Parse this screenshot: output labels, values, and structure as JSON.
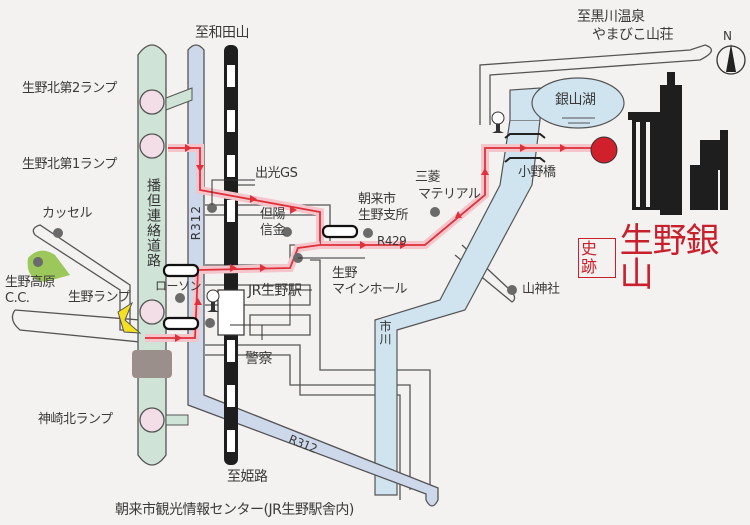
{
  "title": {
    "badge": "史跡",
    "name": "生野銀山",
    "color": "#c8202c"
  },
  "compass": {
    "label": "N"
  },
  "destinations": {
    "north": "至和田山",
    "south": "至姫路",
    "northeast_line1": "至黒川温泉",
    "northeast_line2": "やまびこ山荘"
  },
  "roads": {
    "expressway": "播但連絡道路",
    "r312_upper": "R312",
    "r312_lower": "R312",
    "r429": "R429"
  },
  "ramps": [
    {
      "id": "kita2",
      "label": "生野北第2ランプ"
    },
    {
      "id": "kita1",
      "label": "生野北第1ランプ"
    },
    {
      "id": "ikuno",
      "label": "生野ランプ"
    },
    {
      "id": "kanzaki",
      "label": "神崎北ランプ"
    }
  ],
  "landmarks": {
    "idemitsu": "出光GS",
    "tajima_shinkin_1": "但陽",
    "tajima_shinkin_2": "信金",
    "asago_branch_1": "朝来市",
    "asago_branch_2": "生野支所",
    "mitsubishi_1": "三菱",
    "mitsubishi_2": "マテリアル",
    "kassel": "カッセル",
    "golf_1": "生野高原",
    "golf_2": "C.C.",
    "lawson": "ローソン",
    "jr_station": "JR生野駅",
    "police": "警察",
    "mine_hall_1": "生野",
    "mine_hall_2": "マインホール",
    "yamagami": "山神社",
    "ono_bridge": "小野橋",
    "lake": "銀山湖",
    "river": "市川"
  },
  "footer": "朝来市観光情報センター(JR生野駅舎内)",
  "colors": {
    "route": "#e0303a",
    "route_glow": "#f4c6cc",
    "expressway": "#cfe3d6",
    "national_road": "#cdd9ea",
    "river": "#cfe4ef",
    "ramp": "#f3dde6",
    "destination": "#d0202c",
    "golf": "#8cbf3f",
    "ramp_marker": "#f4e020"
  }
}
